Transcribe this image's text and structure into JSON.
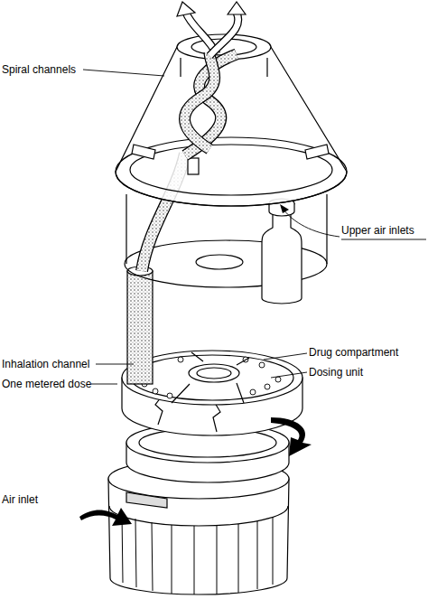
{
  "diagram": {
    "labels": [
      "Spiral channels",
      "Upper air inlets",
      "Drug compartment",
      "Inhalation channel",
      "Dosing unit",
      "One metered dose",
      "Air inlet"
    ]
  }
}
